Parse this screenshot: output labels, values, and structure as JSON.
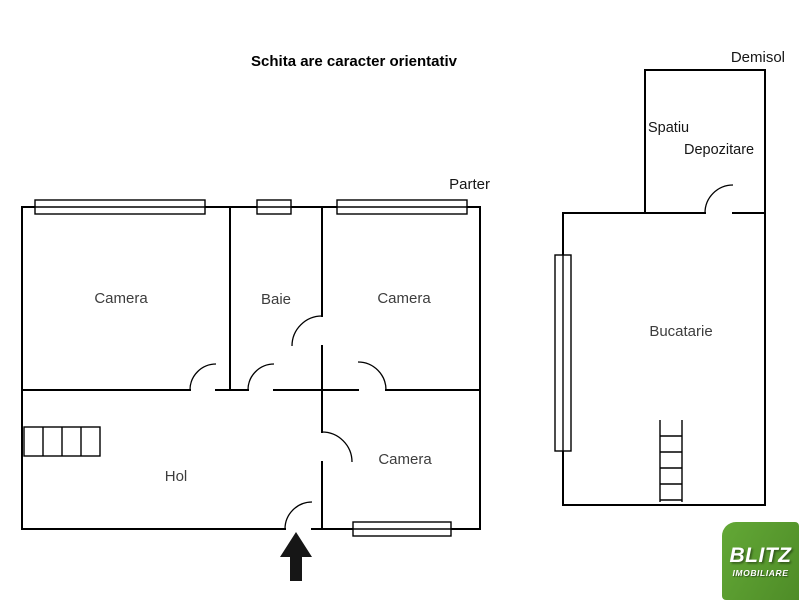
{
  "title": "Schita are caracter orientativ",
  "floors": {
    "parter_label": "Parter",
    "demisol_label": "Demisol"
  },
  "rooms": {
    "camera_top_left": "Camera",
    "baie": "Baie",
    "camera_top_right": "Camera",
    "hol": "Hol",
    "camera_bottom": "Camera",
    "bucatarie": "Bucatarie",
    "spatiu_line1": "Spatiu",
    "spatiu_line2": "Depozitare"
  },
  "logo": {
    "line1": "BLITZ",
    "line2": "IMOBILIARE"
  },
  "colors": {
    "wall": "#000000",
    "label": "#3d3d3d",
    "logo_green_light": "#63a836",
    "logo_green_dark": "#4e8c27",
    "logo_text": "#ffffff"
  }
}
